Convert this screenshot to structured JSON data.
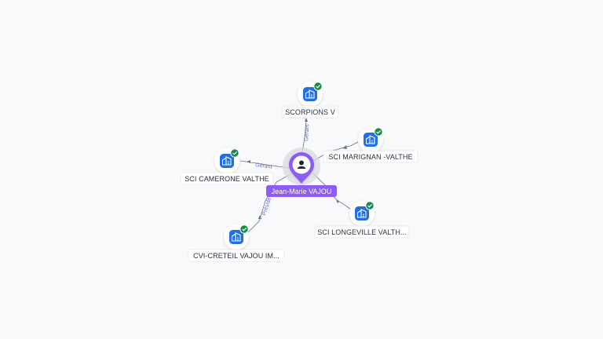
{
  "colors": {
    "canvas_background": "#f8f9fb",
    "company_icon_bg": "#1f6fe8",
    "verified_badge": "#1a8a4c",
    "person_pin": "#8b5cf6",
    "person_label_bg": "#8b5cf6",
    "edge_label": "#6b66d8",
    "edge_line": "#6b7280"
  },
  "center": {
    "name": "Jean-Marie VAJOU",
    "icon": "person-icon"
  },
  "companies": [
    {
      "name": "SCORPIONS V",
      "icon": "building-icon",
      "verified": true,
      "relation": "Gérant"
    },
    {
      "name": "SCI MARIGNAN -VALTHE",
      "icon": "building-icon",
      "verified": true,
      "relation": ""
    },
    {
      "name": "SCI CAMERONE VALTHE",
      "icon": "building-icon",
      "verified": true,
      "relation": "Gérant"
    },
    {
      "name": "CVI-CRETEIL VAJOU IM...",
      "icon": "building-icon",
      "verified": true,
      "relation": "Préside"
    },
    {
      "name": "SCI LONGEVILLE VALTH...",
      "icon": "building-icon",
      "verified": true,
      "relation": ""
    }
  ]
}
